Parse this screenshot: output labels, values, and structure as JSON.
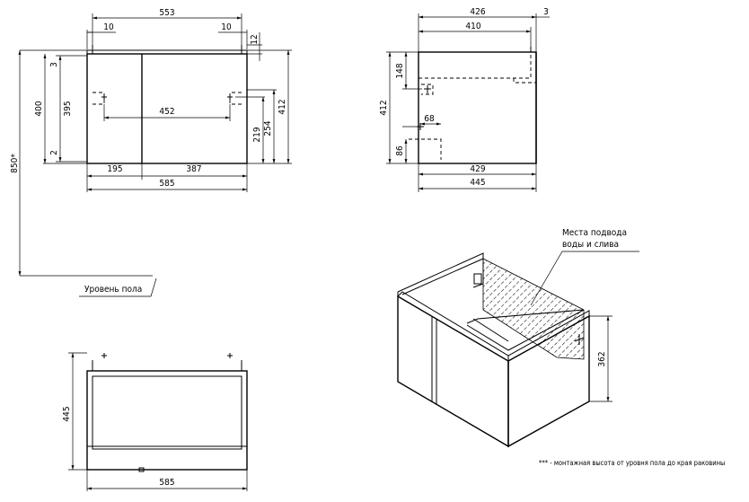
{
  "front_view": {
    "width_top": "553",
    "inset_left": "10",
    "inset_right": "10",
    "top_gap": "12",
    "height_total": "850*",
    "height_body": "400",
    "height_inner": "395",
    "gap_top": "3",
    "gap_bottom": "2",
    "pipe_spacing": "452",
    "pipe_height_1": "219",
    "pipe_height_2": "254",
    "height_right": "412",
    "door_left": "195",
    "door_right": "387",
    "width_bottom": "585"
  },
  "side_view": {
    "width_top": "426",
    "offset": "3",
    "width_inner": "410",
    "height_total": "412",
    "depth_upper": "148",
    "pipe_offset": "68",
    "depth_lower": "86",
    "width_mid": "429",
    "width_bottom": "445"
  },
  "plan_view": {
    "depth": "445",
    "width": "585"
  },
  "isometric": {
    "label_line1": "Места подвода",
    "label_line2": "воды и слива",
    "height": "362"
  },
  "floor_label": "Уровень пола",
  "footnote": "*** - монтажная высота от уровня пола до края раковины"
}
